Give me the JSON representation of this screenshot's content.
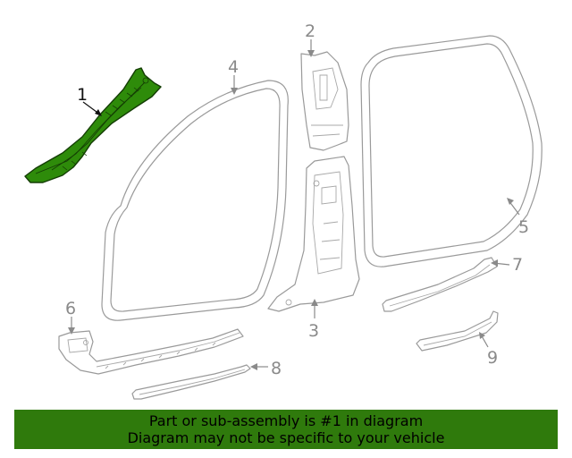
{
  "callouts": {
    "c1": "1",
    "c2": "2",
    "c3": "3",
    "c4": "4",
    "c5": "5",
    "c6": "6",
    "c7": "7",
    "c8": "8",
    "c9": "9"
  },
  "highlight_color": "#2e8b0a",
  "banner": {
    "line1": "Part or sub-assembly is #1 in diagram",
    "line2": "Diagram may not be specific to your vehicle",
    "background": "#2f7a0c"
  }
}
